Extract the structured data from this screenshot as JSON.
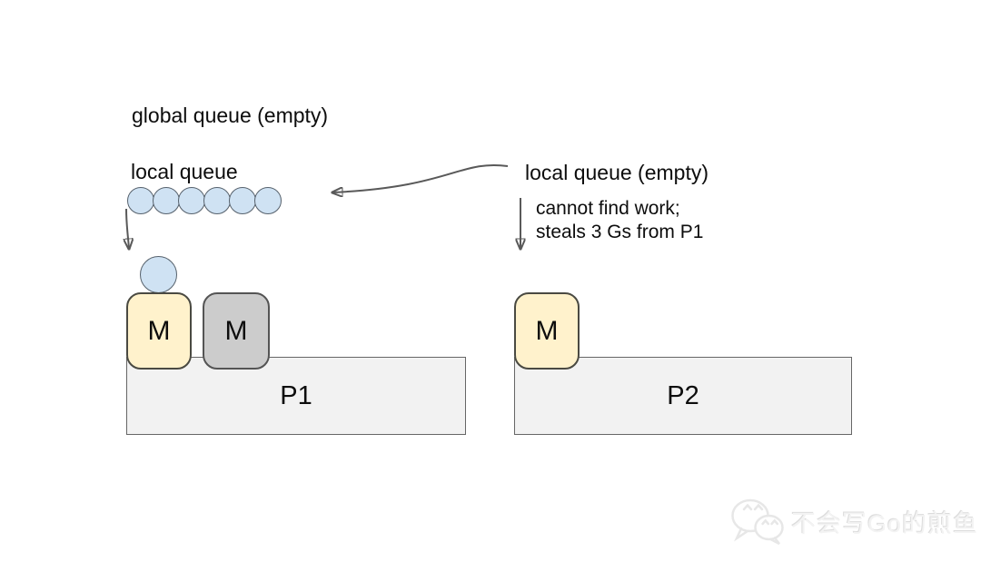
{
  "labels": {
    "global_queue": "global queue (empty)",
    "p1_local_queue": "local queue",
    "p2_local_queue": "local queue (empty)",
    "steal_note_line1": "cannot find work;",
    "steal_note_line2": "steals 3 Gs from P1"
  },
  "p1": {
    "label": "P1",
    "machine_labels": [
      "M",
      "M"
    ],
    "local_queue_goroutine_count": 6,
    "has_running_goroutine": true
  },
  "p2": {
    "label": "P2",
    "machine_labels": [
      "M"
    ],
    "local_queue_goroutine_count": 0
  },
  "watermark": {
    "icon": "wechat-icon",
    "text": "不会写Go的煎鱼"
  },
  "colors": {
    "goroutine_fill": "#cfe2f3",
    "goroutine_stroke": "#56616c",
    "machine_busy_fill": "#fff2cc",
    "machine_busy_stroke": "#4a4a42",
    "machine_idle_fill": "#cccccc",
    "machine_idle_stroke": "#545454",
    "processor_fill": "#f2f2f2",
    "processor_stroke": "#666666",
    "arrow": "#595959",
    "text": "#0d0d0d",
    "watermark_color": "#e7e7e7"
  }
}
